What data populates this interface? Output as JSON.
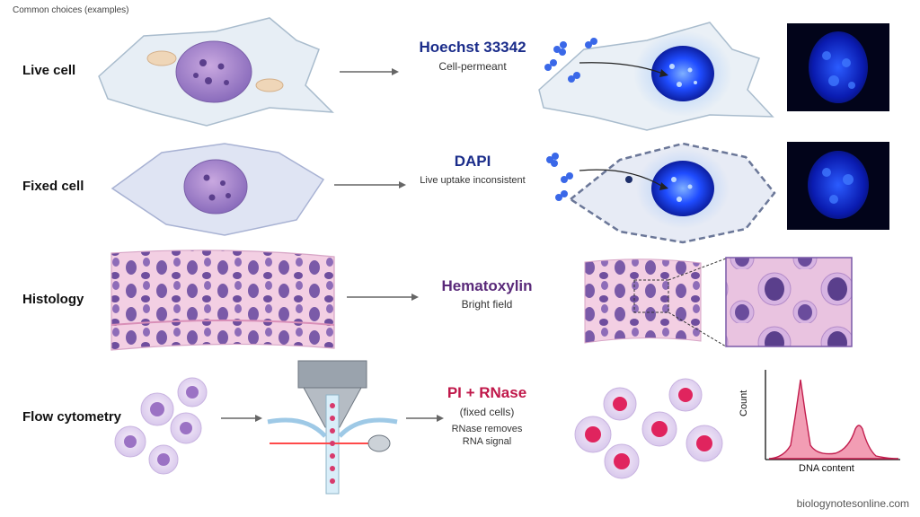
{
  "header": {
    "title": "Common choices (examples)"
  },
  "rows": [
    {
      "label": "Live cell",
      "stain": "Hoechst 33342",
      "stain_color": "#1a2c8a",
      "notes": [
        "Cell-permeant"
      ]
    },
    {
      "label": "Fixed cell",
      "stain": "DAPI",
      "stain_color": "#1a2c8a",
      "notes": [
        "Live uptake inconsistent"
      ]
    },
    {
      "label": "Histology",
      "stain": "Hematoxylin",
      "stain_color": "#5a2a7a",
      "notes": [
        "Bright field"
      ]
    },
    {
      "label": "Flow cytometry",
      "stain": "PI + RNase",
      "stain_color": "#c0184a",
      "notes": [
        "(fixed cells)",
        "RNase removes",
        "RNA signal"
      ]
    }
  ],
  "histogram": {
    "x_label": "DNA content",
    "y_label": "Count",
    "line_color": "#c21e4e",
    "fill_color": "#f29db4"
  },
  "credit": "biologynotesonline.com",
  "colors": {
    "nucleus_blue": "#1f4cff",
    "cell_membrane": "#b7c7d6",
    "hematoxylin": "#6a4a9a",
    "eosin": "#f2c6dc",
    "pi_red": "#e0245e"
  }
}
